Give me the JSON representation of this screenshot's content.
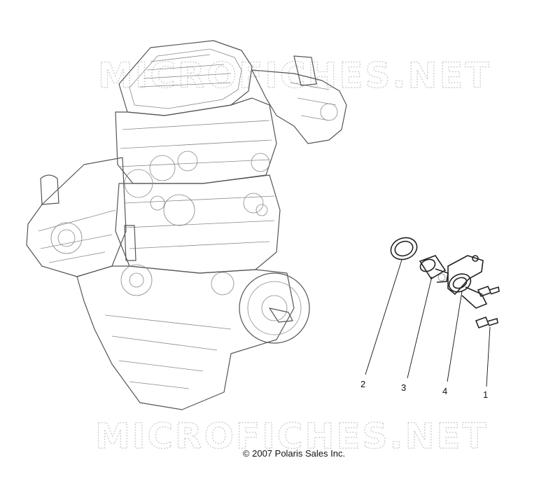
{
  "watermark": {
    "text": "MICROFICHES.NET"
  },
  "callouts": [
    {
      "part": "gasket",
      "label": "2"
    },
    {
      "part": "thermostat",
      "label": "3"
    },
    {
      "part": "thermostat-housing",
      "label": "4"
    },
    {
      "part": "bolt",
      "label": "1"
    }
  ],
  "copyright": "© 2007 Polaris Sales Inc."
}
